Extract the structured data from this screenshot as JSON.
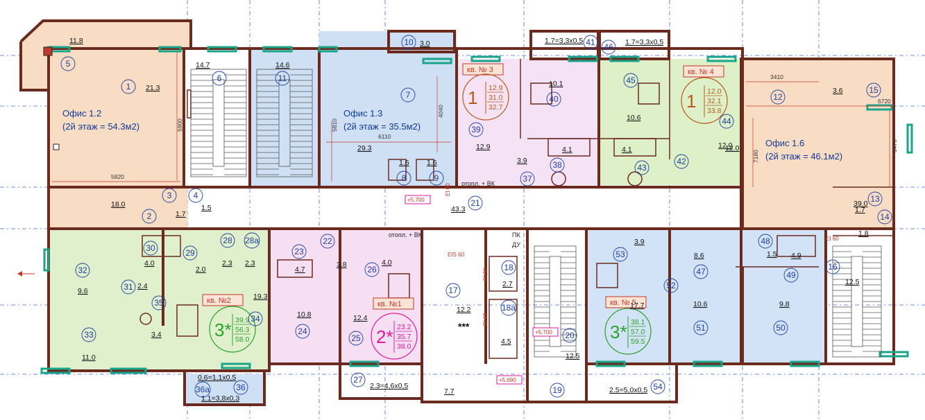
{
  "colors": {
    "office": "#f8dcc4",
    "office_blue": "#cfe0f4",
    "apt1": "#f6dff2",
    "apt2_green": "#e0f0cc",
    "apt3": "#f5e3f5",
    "apt4_green": "#ddf0c8",
    "apt5_blue": "#d3e3f7",
    "window": "#1aa58a",
    "wall": "#6b2a1e",
    "gridline": "#3f6fd8"
  },
  "offices": [
    {
      "key": "o12",
      "title": "Офис 1.2",
      "subtitle": "(2й этаж = 54.3м2)"
    },
    {
      "key": "o13",
      "title": "Офис 1.3",
      "subtitle": "(2й этаж = 35.5м2)"
    },
    {
      "key": "o16",
      "title": "Офис 1.6",
      "subtitle": "(2й этаж = 46.1м2)"
    }
  ],
  "apartments": [
    {
      "key": "a1",
      "label": "кв. №1",
      "rooms": "2*",
      "areas": [
        "23.2",
        "35.7",
        "38.0"
      ],
      "color": "#e0189c"
    },
    {
      "key": "a2",
      "label": "кв. №2",
      "rooms": "3*",
      "areas": [
        "39.9",
        "56.3",
        "58.0"
      ],
      "color": "#2aa12a"
    },
    {
      "key": "a3",
      "label": "кв. № 3",
      "rooms": "1",
      "areas": [
        "12.9",
        "31.0",
        "32.7"
      ],
      "color": "#b85a1e"
    },
    {
      "key": "a4",
      "label": "кв. № 4",
      "rooms": "1",
      "areas": [
        "12.0",
        "32.1",
        "33.8"
      ],
      "color": "#b85a1e"
    },
    {
      "key": "a5",
      "label": "кв. № 5",
      "rooms": "3*",
      "areas": [
        "38.1",
        "57.0",
        "59.5"
      ],
      "color": "#2aa12a"
    }
  ],
  "rooms": [
    {
      "n": "1",
      "a": "21.3"
    },
    {
      "n": "2",
      "a": "18.0"
    },
    {
      "n": "3",
      "a": "1.7"
    },
    {
      "n": "4",
      "a": "1.5"
    },
    {
      "n": "5",
      "a": "11.8"
    },
    {
      "n": "6",
      "a": "14.7"
    },
    {
      "n": "7",
      "a": "29.3"
    },
    {
      "n": "8",
      "a": "1.6"
    },
    {
      "n": "9",
      "a": "1.6"
    },
    {
      "n": "10",
      "a": "3.0"
    },
    {
      "n": "11",
      "a": "14.6"
    },
    {
      "n": "12",
      "a": "39.0"
    },
    {
      "n": "13",
      "a": "1.7"
    },
    {
      "n": "14",
      "a": "1.8"
    },
    {
      "n": "15",
      "a": "3.6"
    },
    {
      "n": "16",
      "a": "12.5"
    },
    {
      "n": "17",
      "a": "12.2"
    },
    {
      "n": "18",
      "a": "2.7"
    },
    {
      "n": "18a",
      "a": "4.5"
    },
    {
      "n": "19",
      "a": "7.7"
    },
    {
      "n": "20",
      "a": "12.5"
    },
    {
      "n": "21",
      "a": "43.3"
    },
    {
      "n": "22",
      "a": "3.8"
    },
    {
      "n": "23",
      "a": "4.7"
    },
    {
      "n": "24",
      "a": "10.8"
    },
    {
      "n": "25",
      "a": "12.4"
    },
    {
      "n": "26",
      "a": "4.0"
    },
    {
      "n": "27",
      "a": "2.3=4,6x0,5"
    },
    {
      "n": "28",
      "a": "2.3"
    },
    {
      "n": "28a",
      "a": "2.3"
    },
    {
      "n": "29",
      "a": "2.0"
    },
    {
      "n": "30",
      "a": "4.0"
    },
    {
      "n": "31",
      "a": "2.4"
    },
    {
      "n": "32",
      "a": "9.6"
    },
    {
      "n": "33",
      "a": "11.0"
    },
    {
      "n": "34",
      "a": "19.3"
    },
    {
      "n": "35",
      "a": "3.4"
    },
    {
      "n": "36",
      "a": "0.6=1,1x0,5"
    },
    {
      "n": "36a",
      "a": "1.1=3,8x0,3"
    },
    {
      "n": "37",
      "a": "3.9"
    },
    {
      "n": "38",
      "a": "4.1"
    },
    {
      "n": "39",
      "a": "12.9"
    },
    {
      "n": "40",
      "a": "10.1"
    },
    {
      "n": "41",
      "a": "1.7=3,3x0,5"
    },
    {
      "n": "42",
      "a": "12.0"
    },
    {
      "n": "43",
      "a": "4.1"
    },
    {
      "n": "44",
      "a": "12.0"
    },
    {
      "n": "45",
      "a": "10.6"
    },
    {
      "n": "46",
      "a": "1.7=3,3x0,5"
    },
    {
      "n": "47",
      "a": "8.6"
    },
    {
      "n": "48",
      "a": "1.5"
    },
    {
      "n": "49",
      "a": "4.9"
    },
    {
      "n": "50",
      "a": "9.8"
    },
    {
      "n": "51",
      "a": "10.6"
    },
    {
      "n": "52",
      "a": "17.7"
    },
    {
      "n": "53",
      "a": "3.9"
    },
    {
      "n": "54",
      "a": "2.5=5,0x0,5"
    }
  ],
  "levels": [
    "+5.700",
    "+5.700",
    "+5.690"
  ],
  "dimensions": [
    "5900",
    "4040",
    "6110",
    "5820",
    "5810",
    "3410",
    "6720",
    "7180",
    "3470"
  ],
  "notes": {
    "fire_refs": [
      "EI 60",
      "EI 60",
      "EI 60",
      "EIS 60",
      "EI 60"
    ],
    "kitchen_note": "отопл. + ВК",
    "risers": [
      "ПК",
      "ДУ"
    ],
    "stars": "***"
  }
}
